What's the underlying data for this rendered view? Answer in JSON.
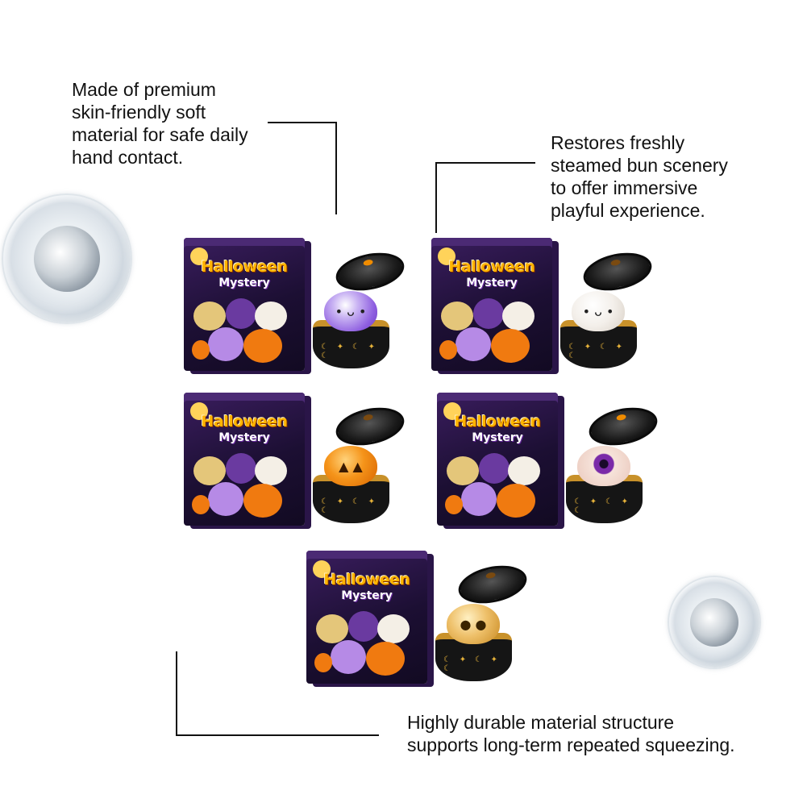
{
  "callouts": {
    "top_left": {
      "lines": [
        "Made of premium",
        "skin-friendly soft",
        "material for safe daily",
        "hand contact."
      ]
    },
    "top_right": {
      "lines": [
        "Restores freshly",
        "steamed bun scenery",
        "to offer immersive",
        "playful experience."
      ]
    },
    "bottom": {
      "lines": [
        "Highly durable material structure",
        "supports long-term repeated squeezing."
      ]
    }
  },
  "products": [
    {
      "box_title": "Halloween",
      "box_subtitle": "Mystery",
      "filling": "purple-ghost-bun",
      "color": "#9b6de0"
    },
    {
      "box_title": "Halloween",
      "box_subtitle": "Mystery",
      "filling": "white-ghost-bun",
      "color": "#f2eee8"
    },
    {
      "box_title": "Halloween",
      "box_subtitle": "Mystery",
      "filling": "orange-pumpkin-bun",
      "color": "#f08a12"
    },
    {
      "box_title": "Halloween",
      "box_subtitle": "Mystery",
      "filling": "eyeball-bun",
      "color": "#f3ddd2"
    },
    {
      "box_title": "Halloween",
      "box_subtitle": "Mystery",
      "filling": "golden-skull-bun",
      "color": "#e8b45a"
    }
  ],
  "colors": {
    "background": "#ffffff",
    "text": "#121212",
    "box_purple": "#2a1548",
    "title_orange": "#ffb400"
  }
}
